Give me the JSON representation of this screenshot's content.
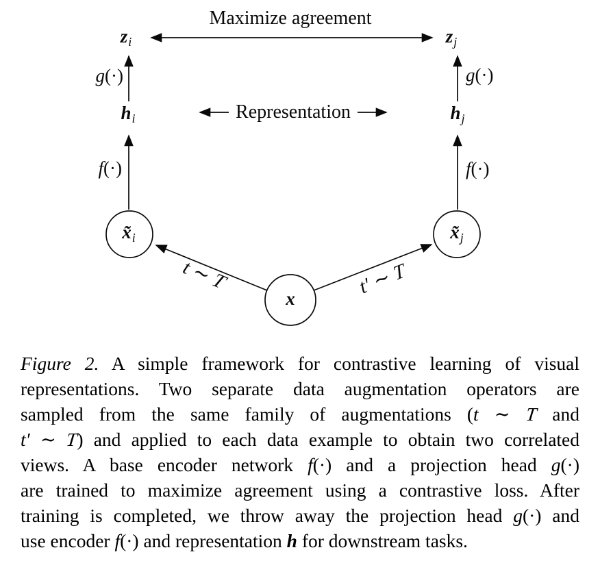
{
  "colors": {
    "ink": "#000000",
    "background": "#ffffff"
  },
  "diagram": {
    "maximize_agreement": "Maximize agreement",
    "representation": "Representation",
    "nodes": {
      "zi": {
        "main": "z",
        "sub": "i"
      },
      "zj": {
        "main": "z",
        "sub": "j"
      },
      "hi": {
        "main": "h",
        "sub": "i"
      },
      "hj": {
        "main": "h",
        "sub": "j"
      },
      "xi": {
        "main": "x̃",
        "sub": "i"
      },
      "xj": {
        "main": "x̃",
        "sub": "j"
      },
      "x": {
        "main": "x",
        "sub": ""
      }
    },
    "g_label": [
      {
        "t": "g",
        "s": "i"
      },
      {
        "t": "(·)",
        "s": "n"
      }
    ],
    "f_label": [
      {
        "t": "f",
        "s": "i"
      },
      {
        "t": "(·)",
        "s": "n"
      }
    ],
    "t_label": [
      {
        "t": "t",
        "s": "i"
      },
      {
        "t": " ∼ ",
        "s": "n"
      },
      {
        "t": "T",
        "s": "cal"
      }
    ],
    "t_prime_label": [
      {
        "t": "t′",
        "s": "i"
      },
      {
        "t": " ∼ ",
        "s": "n"
      },
      {
        "t": "T",
        "s": "cal"
      }
    ]
  },
  "caption": {
    "lines": [
      [
        {
          "t": "Figure 2.",
          "s": "i"
        },
        {
          "t": " A simple framework for contrastive learning of visual",
          "s": "n"
        }
      ],
      [
        {
          "t": "representations. Two separate data augmentation operators are",
          "s": "n"
        }
      ],
      [
        {
          "t": "sampled from the same family of augmentations (",
          "s": "n"
        },
        {
          "t": "t",
          "s": "i"
        },
        {
          "t": " ∼ ",
          "s": "n"
        },
        {
          "t": "T",
          "s": "cal"
        },
        {
          "t": " and",
          "s": "n"
        }
      ],
      [
        {
          "t": "t′",
          "s": "i"
        },
        {
          "t": " ∼ ",
          "s": "n"
        },
        {
          "t": "T",
          "s": "cal"
        },
        {
          "t": ") and applied to each data example to obtain two correlated",
          "s": "n"
        }
      ],
      [
        {
          "t": "views. A base encoder network ",
          "s": "n"
        },
        {
          "t": "f",
          "s": "i"
        },
        {
          "t": "(·)",
          "s": "n"
        },
        {
          "t": " and a projection head ",
          "s": "n"
        },
        {
          "t": "g",
          "s": "i"
        },
        {
          "t": "(·)",
          "s": "n"
        }
      ],
      [
        {
          "t": "are trained to maximize agreement using a contrastive loss. After",
          "s": "n"
        }
      ],
      [
        {
          "t": "training is completed, we throw away the projection head ",
          "s": "n"
        },
        {
          "t": "g",
          "s": "i"
        },
        {
          "t": "(·)",
          "s": "n"
        },
        {
          "t": " and",
          "s": "n"
        }
      ],
      [
        {
          "t": "use encoder ",
          "s": "n"
        },
        {
          "t": "f",
          "s": "i"
        },
        {
          "t": "(·)",
          "s": "n"
        },
        {
          "t": " and representation ",
          "s": "n"
        },
        {
          "t": "h",
          "s": "bi"
        },
        {
          "t": " for downstream tasks.",
          "s": "n"
        }
      ]
    ]
  }
}
